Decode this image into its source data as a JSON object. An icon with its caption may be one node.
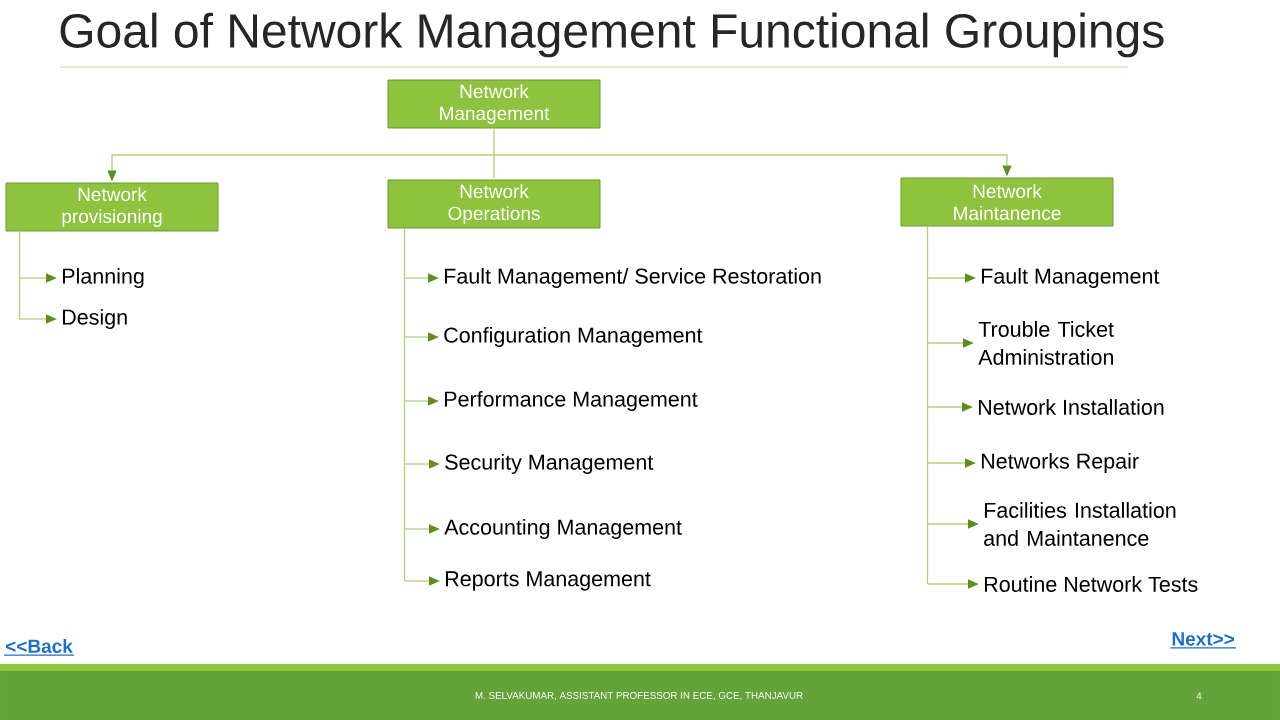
{
  "diagram": {
    "title": "Goal of Network Management Functional Groupings",
    "nodes": [
      {
        "text": [
          "Network Management"
        ]
      },
      {
        "text": [
          "Network provisioning"
        ]
      },
      {
        "text": [
          "Network Operations"
        ]
      },
      {
        "text": [
          "Network Maintanence"
        ]
      },
      {
        "text": [
          "Planning"
        ]
      },
      {
        "text": [
          "Design"
        ]
      },
      {
        "text": [
          "Fault Management/ Service Restoration"
        ]
      },
      {
        "text": [
          "Configuration Management"
        ]
      },
      {
        "text": [
          "Performance Management"
        ]
      },
      {
        "text": [
          "Security Management"
        ]
      },
      {
        "text": [
          "Accounting Management"
        ]
      },
      {
        "text": [
          "Reports Management"
        ]
      },
      {
        "text": [
          "Fault Management"
        ]
      },
      {
        "text": [
          "Trouble Ticket Administration"
        ]
      },
      {
        "text": [
          "Network Installation"
        ]
      },
      {
        "text": [
          "Networks Repair"
        ]
      },
      {
        "text": [
          "Facilities Installation and Maintanence"
        ]
      },
      {
        "text": [
          "Routine Network Tests"
        ]
      }
    ],
    "edges": [
      {
        "from": 0,
        "to": 1,
        "arrow": "to"
      },
      {
        "from": 0,
        "to": 2,
        "arrow": "none"
      },
      {
        "from": 0,
        "to": 3,
        "arrow": "to"
      },
      {
        "from": 1,
        "to": 4,
        "arrow": "to"
      },
      {
        "from": 1,
        "to": 5,
        "arrow": "to"
      },
      {
        "from": 2,
        "to": 6,
        "arrow": "to"
      },
      {
        "from": 2,
        "to": 7,
        "arrow": "to"
      },
      {
        "from": 2,
        "to": 8,
        "arrow": "to"
      },
      {
        "from": 2,
        "to": 9,
        "arrow": "to"
      },
      {
        "from": 2,
        "to": 10,
        "arrow": "to"
      },
      {
        "from": 2,
        "to": 11,
        "arrow": "to"
      },
      {
        "from": 3,
        "to": 12,
        "arrow": "to"
      },
      {
        "from": 3,
        "to": 13,
        "arrow": "to"
      },
      {
        "from": 3,
        "to": 14,
        "arrow": "to"
      },
      {
        "from": 3,
        "to": 15,
        "arrow": "to"
      },
      {
        "from": 3,
        "to": 16,
        "arrow": "to"
      },
      {
        "from": 3,
        "to": 17,
        "arrow": "to"
      }
    ],
    "labels": [
      "<<Back",
      "Next>>",
      "M. SELVAKUMAR, ASSISTANT PROFESSOR IN ECE, GCE, THANJAVUR",
      "4"
    ]
  }
}
